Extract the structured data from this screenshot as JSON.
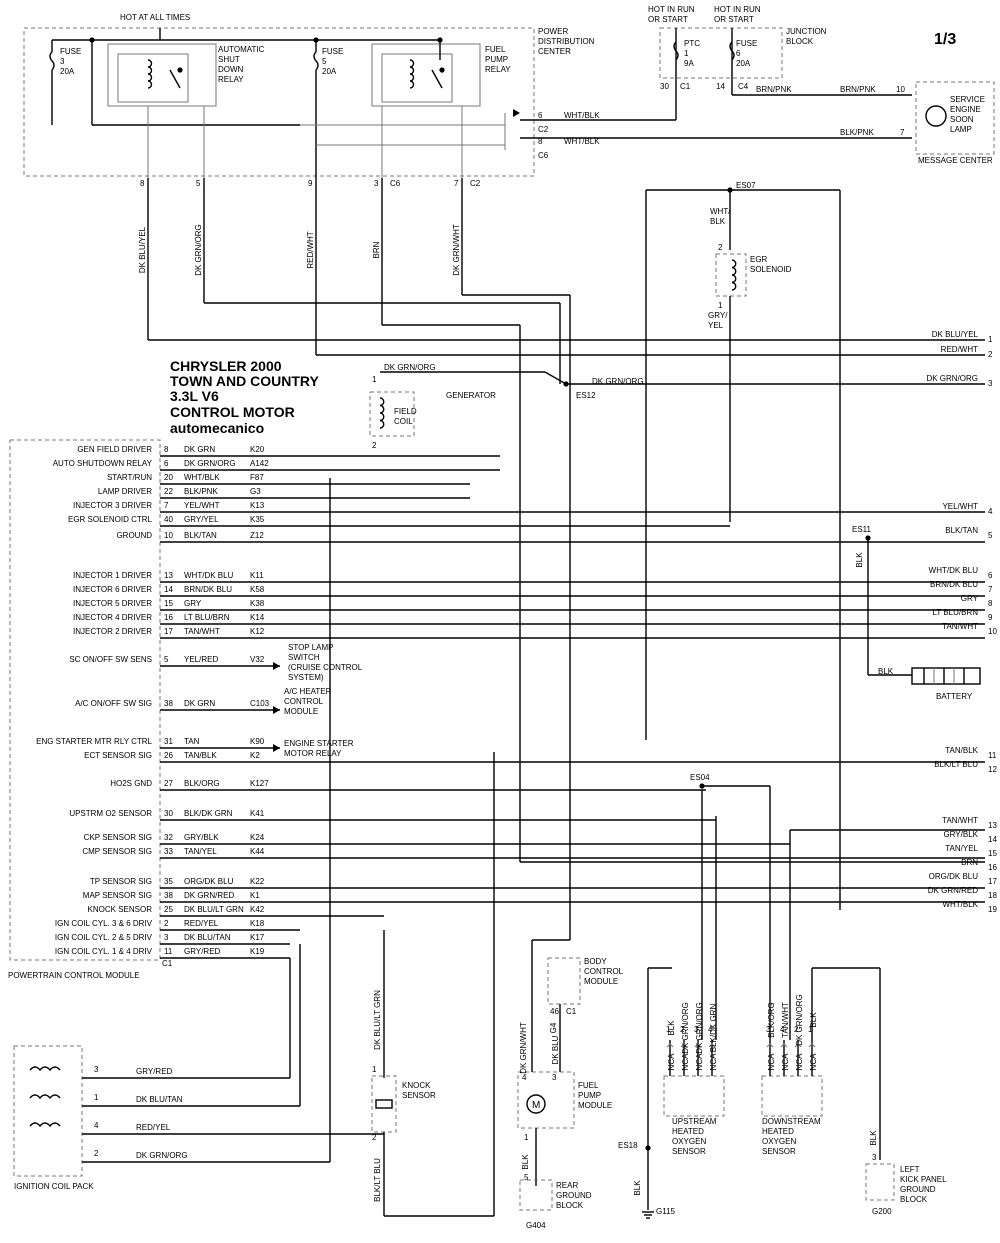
{
  "page_num": "1/3",
  "title": [
    "CHRYSLER 2000",
    "TOWN AND COUNTRY",
    "3.3L V6",
    "CONTROL MOTOR"
  ],
  "brand": "automecanico",
  "pdc": {
    "hot": "HOT AT ALL TIMES",
    "name": [
      "POWER",
      "DISTRIBUTION",
      "CENTER"
    ],
    "fuse3": [
      "FUSE",
      "3",
      "20A"
    ],
    "fuse5": [
      "FUSE",
      "5",
      "20A"
    ],
    "asd": [
      "AUTOMATIC",
      "SHUT",
      "DOWN",
      "RELAY"
    ],
    "fpr": [
      "FUEL",
      "PUMP",
      "RELAY"
    ]
  },
  "jb": {
    "hot1": [
      "HOT IN RUN",
      "OR START"
    ],
    "hot2": [
      "HOT IN RUN",
      "OR START"
    ],
    "name": [
      "JUNCTION",
      "BLOCK"
    ],
    "ptc": [
      "PTC",
      "1",
      "9A"
    ],
    "fuse6": [
      "FUSE",
      "6",
      "20A"
    ],
    "p30": "30",
    "c1": "C1",
    "p14": "14",
    "c4": "C4",
    "brnpnk": "BRN/PNK"
  },
  "mc": {
    "lamp": [
      "SERVICE",
      "ENGINE",
      "SOON",
      "LAMP"
    ],
    "name": "MESSAGE CENTER",
    "brnpnk": "BRN/PNK",
    "p10": "10",
    "blkpnk": "BLK/PNK",
    "p7": "7"
  },
  "pdc_out": [
    {
      "pin": "6",
      "conn": "C2",
      "wire": "WHT/BLK"
    },
    {
      "pin": "8",
      "conn": "C6",
      "wire": "WHT/BLK"
    }
  ],
  "pdc_bottom": [
    {
      "pin": "8",
      "conn": "",
      "wire": "DK BLU/YEL"
    },
    {
      "pin": "5",
      "conn": "",
      "wire": "DK GRN/ORG"
    },
    {
      "pin": "9",
      "conn": "",
      "wire": "RED/WHT"
    },
    {
      "pin": "3",
      "conn": "C6",
      "wire": "BRN"
    },
    {
      "pin": "7",
      "conn": "C2",
      "wire": "DK GRN/WHT"
    }
  ],
  "es07": "ES07",
  "es12": "ES12",
  "es11": "ES11",
  "es04": "ES04",
  "es18": "ES18",
  "egr": {
    "wire_top": [
      "WHT/",
      "BLK"
    ],
    "p2": "2",
    "name": [
      "EGR",
      "SOLENOID"
    ],
    "p1": "1",
    "wire_bot": [
      "GRY/",
      "YEL"
    ]
  },
  "gen": {
    "wire": "DK GRN/ORG",
    "p1": "1",
    "p2": "2",
    "name": "GENERATOR",
    "coil": [
      "FIELD",
      "COIL"
    ],
    "es12_wire": "DK GRN/ORG"
  },
  "pcm": {
    "name": "POWERTRAIN CONTROL MODULE",
    "c1": "C1",
    "rows": [
      {
        "label": "GEN FIELD DRIVER",
        "pin": "8",
        "wire": "DK GRN",
        "circ": "K20"
      },
      {
        "label": "AUTO SHUTDOWN RELAY",
        "pin": "6",
        "wire": "DK GRN/ORG",
        "circ": "A142"
      },
      {
        "label": "START/RUN",
        "pin": "20",
        "wire": "WHT/BLK",
        "circ": "F87"
      },
      {
        "label": "LAMP DRIVER",
        "pin": "22",
        "wire": "BLK/PNK",
        "circ": "G3"
      },
      {
        "label": "INJECTOR 3 DRIVER",
        "pin": "7",
        "wire": "YEL/WHT",
        "circ": "K13"
      },
      {
        "label": "EGR SOLENOID CTRL",
        "pin": "40",
        "wire": "GRY/YEL",
        "circ": "K35"
      },
      {
        "label": "GROUND",
        "pin": "10",
        "wire": "BLK/TAN",
        "circ": "Z12"
      },
      {
        "label": "INJECTOR 1 DRIVER",
        "pin": "13",
        "wire": "WHT/DK BLU",
        "circ": "K11"
      },
      {
        "label": "INJECTOR 6 DRIVER",
        "pin": "14",
        "wire": "BRN/DK BLU",
        "circ": "K58"
      },
      {
        "label": "INJECTOR 5 DRIVER",
        "pin": "15",
        "wire": "GRY",
        "circ": "K38"
      },
      {
        "label": "INJECTOR 4 DRIVER",
        "pin": "16",
        "wire": "LT BLU/BRN",
        "circ": "K14"
      },
      {
        "label": "INJECTOR 2 DRIVER",
        "pin": "17",
        "wire": "TAN/WHT",
        "circ": "K12"
      },
      {
        "label": "SC ON/OFF SW SENS",
        "pin": "5",
        "wire": "YEL/RED",
        "circ": "V32"
      },
      {
        "label": "A/C ON/OFF SW SIG",
        "pin": "38",
        "wire": "DK GRN",
        "circ": "C103"
      },
      {
        "label": "ENG STARTER MTR RLY CTRL",
        "pin": "31",
        "wire": "TAN",
        "circ": "K90"
      },
      {
        "label": "ECT SENSOR SIG",
        "pin": "26",
        "wire": "TAN/BLK",
        "circ": "K2"
      },
      {
        "label": "HO2S GND",
        "pin": "27",
        "wire": "BLK/ORG",
        "circ": "K127"
      },
      {
        "label": "UPSTRM O2 SENSOR",
        "pin": "30",
        "wire": "BLK/DK GRN",
        "circ": "K41"
      },
      {
        "label": "CKP SENSOR SIG",
        "pin": "32",
        "wire": "GRY/BLK",
        "circ": "K24"
      },
      {
        "label": "CMP SENSOR SIG",
        "pin": "33",
        "wire": "TAN/YEL",
        "circ": "K44"
      },
      {
        "label": "TP SENSOR SIG",
        "pin": "35",
        "wire": "ORG/DK BLU",
        "circ": "K22"
      },
      {
        "label": "MAP SENSOR SIG",
        "pin": "38",
        "wire": "DK GRN/RED",
        "circ": "K1"
      },
      {
        "label": "KNOCK SENSOR",
        "pin": "25",
        "wire": "DK BLU/LT GRN",
        "circ": "K42"
      },
      {
        "label": "IGN COIL CYL. 3 & 6 DRIV",
        "pin": "2",
        "wire": "RED/YEL",
        "circ": "K18"
      },
      {
        "label": "IGN COIL CYL. 2 & 5 DRIV",
        "pin": "3",
        "wire": "DK BLU/TAN",
        "circ": "K17"
      },
      {
        "label": "IGN COIL CYL. 1 & 4 DRIV",
        "pin": "11",
        "wire": "GRY/RED",
        "circ": "K19"
      }
    ]
  },
  "right_labels": [
    {
      "wire": "DK BLU/YEL",
      "num": "1"
    },
    {
      "wire": "RED/WHT",
      "num": "2"
    },
    {
      "wire": "DK GRN/ORG",
      "num": "3"
    },
    {
      "wire": "YEL/WHT",
      "num": "4"
    },
    {
      "wire": "BLK/TAN",
      "num": "5"
    },
    {
      "wire": "WHT/DK BLU",
      "num": "6"
    },
    {
      "wire": "BRN/DK BLU",
      "num": "7"
    },
    {
      "wire": "GRY",
      "num": "8"
    },
    {
      "wire": "LT BLU/BRN",
      "num": "9"
    },
    {
      "wire": "TAN/WHT",
      "num": "10"
    },
    {
      "wire": "TAN/BLK",
      "num": "11"
    },
    {
      "wire": "BLK/LT BLU",
      "num": "12"
    },
    {
      "wire": "TAN/WHT",
      "num": "13"
    },
    {
      "wire": "GRY/BLK",
      "num": "14"
    },
    {
      "wire": "TAN/YEL",
      "num": "15"
    },
    {
      "wire": "BRN",
      "num": "16"
    },
    {
      "wire": "ORG/DK BLU",
      "num": "17"
    },
    {
      "wire": "DK GRN/RED",
      "num": "18"
    },
    {
      "wire": "WHT/BLK",
      "num": "19"
    }
  ],
  "stoplamp": [
    "STOP LAMP",
    "SWITCH",
    "(CRUISE CONTROL",
    "SYSTEM)"
  ],
  "acmod": [
    "A/C HEATER",
    "CONTROL",
    "MODULE"
  ],
  "starter": [
    "ENGINE STARTER",
    "MOTOR RELAY"
  ],
  "battery": {
    "wire": "BLK",
    "name": "BATTERY",
    "es11_wire": "BLK"
  },
  "coilpack": {
    "name": "IGNITION COIL PACK",
    "rows": [
      {
        "pin": "3",
        "wire": "GRY/RED"
      },
      {
        "pin": "1",
        "wire": "DK BLU/TAN"
      },
      {
        "pin": "4",
        "wire": "RED/YEL"
      },
      {
        "pin": "2",
        "wire": "DK GRN/ORG"
      }
    ]
  },
  "knock": {
    "wire_top": "DK BLU/LT GRN",
    "p1": "1",
    "p2": "2",
    "name": [
      "KNOCK",
      "SENSOR"
    ],
    "wire_bot": "BLK/LT BLU"
  },
  "fuelpump": {
    "wire1": "DK GRN/WHT",
    "wire2": "DK BLU",
    "p4": "4",
    "p3": "3",
    "name": [
      "FUEL",
      "PUMP",
      "MODULE"
    ],
    "p1": "1",
    "wire_gnd": "BLK",
    "p5": "5",
    "gnd": [
      "REAR",
      "GROUND",
      "BLOCK"
    ],
    "g": "G404"
  },
  "bcm": {
    "name": [
      "BODY",
      "CONTROL",
      "MODULE"
    ],
    "p46": "46",
    "c1": "C1",
    "g4": "G4"
  },
  "up": {
    "wires": [
      "BLK",
      "DK GRN/ORG",
      "DK GRN/ORG",
      "BLK/DK GRN"
    ],
    "pins": [
      "1",
      "2",
      "3",
      "4"
    ],
    "nca": "NCA",
    "name": [
      "UPSTREAM",
      "HEATED",
      "OXYGEN",
      "SENSOR"
    ]
  },
  "dn": {
    "wires": [
      "BLK/ORG",
      "TAN/WHT",
      "DK GRN/ORG",
      "BLK"
    ],
    "pins": [
      "3",
      "4",
      "2",
      "1"
    ],
    "nca": "NCA",
    "name": [
      "DOWNSTREAM",
      "HEATED",
      "OXYGEN",
      "SENSOR"
    ]
  },
  "g115": {
    "wire": "BLK",
    "name": "G115"
  },
  "kick": {
    "wire": "BLK",
    "p3": "3",
    "name": [
      "LEFT",
      "KICK PANEL",
      "GROUND",
      "BLOCK"
    ],
    "g": "G200"
  }
}
